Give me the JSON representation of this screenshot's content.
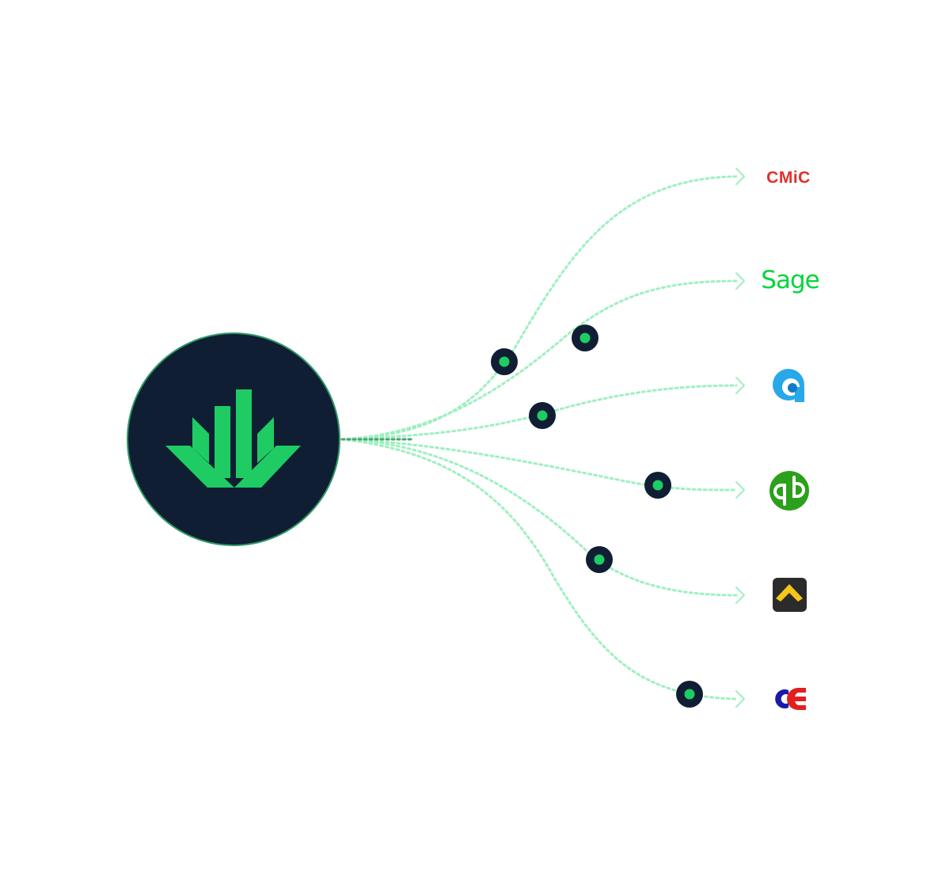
{
  "hub": {
    "icon": "chart-bars-leaf-icon",
    "colors": {
      "background": "#0f1e33",
      "border": "#2f9a66",
      "mark": "#1ecc63"
    }
  },
  "connector_colors": {
    "line": "#9ff0c0",
    "line_near_hub": "#4aa374",
    "node_fill": "#0f1e33",
    "node_dot": "#1ecc63"
  },
  "integrations": [
    {
      "id": "cmic",
      "icon": "cmic-logo",
      "logo_text": "CMiC",
      "color": "#e0302a"
    },
    {
      "id": "sage",
      "icon": "sage-logo",
      "logo_text": "Sage",
      "color": "#00d639"
    },
    {
      "id": "blue-q",
      "icon": "blue-q-logo",
      "color": "#29a8e9"
    },
    {
      "id": "quickbooks",
      "icon": "quickbooks-logo",
      "color": "#2ca01c"
    },
    {
      "id": "chevron",
      "icon": "yellow-chevron-logo",
      "color": "#f5c518"
    },
    {
      "id": "ce",
      "icon": "ce-logo",
      "colors": [
        "#1a1aa6",
        "#e0201f"
      ]
    }
  ]
}
